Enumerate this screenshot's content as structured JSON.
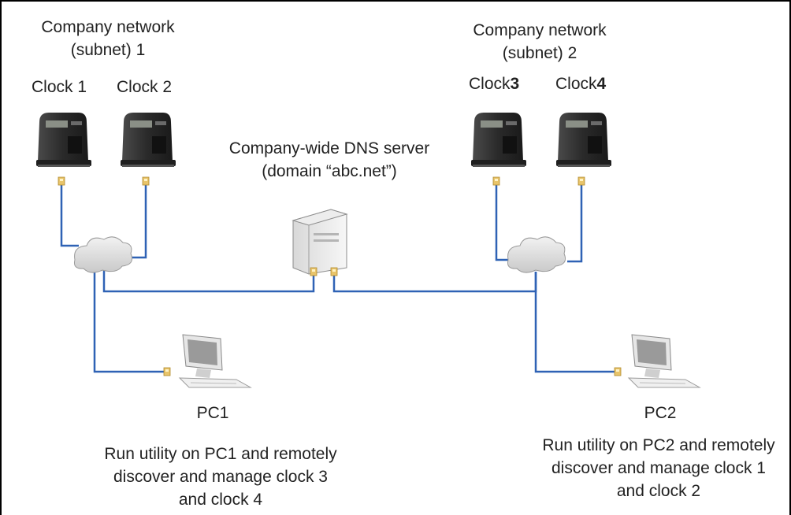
{
  "subnet1": {
    "line1": "Company network",
    "line2": "(subnet) 1"
  },
  "subnet2": {
    "line1": "Company network",
    "line2": "(subnet) 2"
  },
  "clocks": [
    {
      "prefix": "Clock",
      "num": "1"
    },
    {
      "prefix": "Clock",
      "num": "2"
    },
    {
      "prefix": "Clock",
      "num": "3"
    },
    {
      "prefix": "Clock",
      "num": "4"
    }
  ],
  "dns": {
    "line1": "Company-wide DNS server",
    "line2": "(domain “abc.net”)"
  },
  "pc1": {
    "name": "PC1",
    "desc": [
      "Run utility on PC1 and remotely",
      "discover and manage clock 3",
      "and clock 4"
    ]
  },
  "pc2": {
    "name": "PC2",
    "desc": [
      "Run utility on PC2 and remotely",
      "discover and manage clock 1",
      "and clock 2"
    ]
  },
  "colors": {
    "network_line": "#2f62b5",
    "device_dark": "#2b2b2b",
    "connector": "#e8c46a"
  }
}
